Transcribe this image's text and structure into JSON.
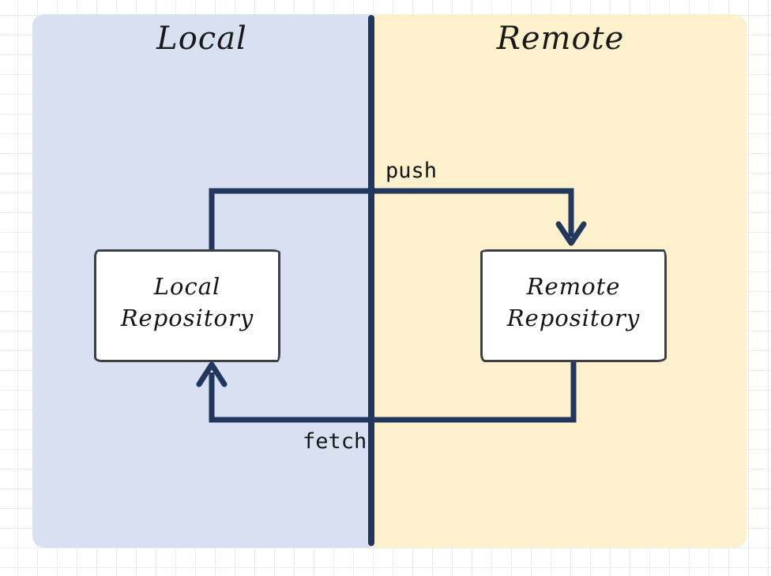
{
  "diagram": {
    "type": "git-local-remote-flow",
    "regions": {
      "local": {
        "title": "Local"
      },
      "remote": {
        "title": "Remote"
      }
    },
    "nodes": {
      "local_repository": {
        "line1": "Local",
        "line2": "Repository"
      },
      "remote_repository": {
        "line1": "Remote",
        "line2": "Repository"
      }
    },
    "edges": {
      "push": {
        "label": "push",
        "from": "local_repository",
        "to": "remote_repository"
      },
      "fetch": {
        "label": "fetch",
        "from": "remote_repository",
        "to": "local_repository"
      }
    }
  },
  "colors": {
    "local_region": "#d8e0f1",
    "remote_region": "#fdf0cc",
    "ink": "#21375d",
    "box_border": "#3c4046",
    "box_fill": "#ffffff",
    "label_text": "#161616",
    "grid_line": "#e8edf6",
    "background": "#ffffff"
  }
}
